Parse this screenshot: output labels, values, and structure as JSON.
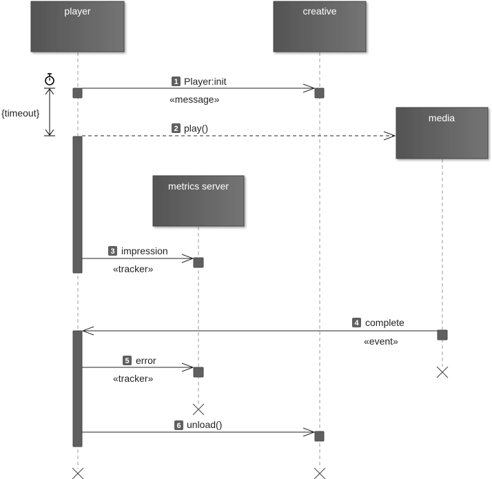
{
  "lifelines": {
    "player": "player",
    "creative": "creative",
    "media": "media",
    "metrics": "metrics server"
  },
  "constraint": "{timeout}",
  "messages": [
    {
      "num": "1",
      "label": "Player:init",
      "stereotype": "«message»"
    },
    {
      "num": "2",
      "label": "play()",
      "stereotype": ""
    },
    {
      "num": "3",
      "label": "impression",
      "stereotype": "«tracker»"
    },
    {
      "num": "4",
      "label": "complete",
      "stereotype": "«event»"
    },
    {
      "num": "5",
      "label": "error",
      "stereotype": "«tracker»"
    },
    {
      "num": "6",
      "label": "unload()",
      "stereotype": ""
    }
  ],
  "colors": {
    "box_dark": "#555555",
    "box_light": "#727272",
    "line": "#222222",
    "lifeline": "#999999",
    "activation": "#606060"
  }
}
